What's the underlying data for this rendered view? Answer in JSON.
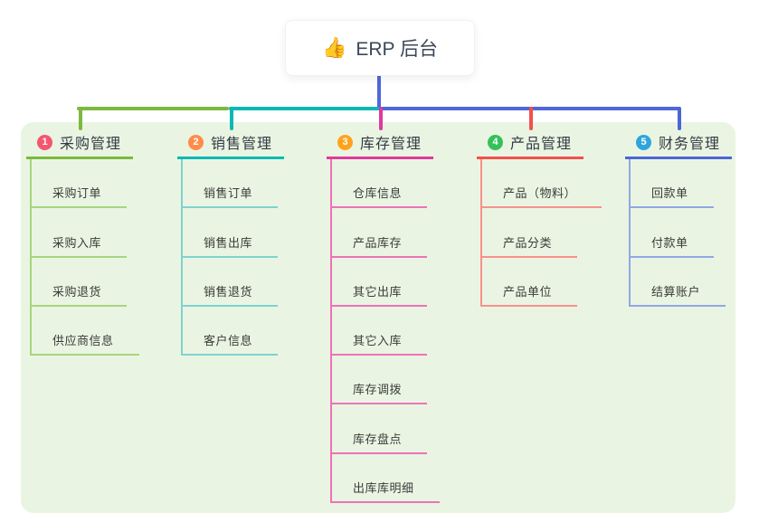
{
  "root": {
    "emoji": "👍",
    "title": "ERP 后台"
  },
  "branches": [
    {
      "badge": "1",
      "title": "采购管理",
      "line_color": "#7cb93e",
      "child_line_color": "#a9d47f",
      "badge_color": "#f4566e",
      "children": [
        "采购订单",
        "采购入库",
        "采购退货",
        "供应商信息"
      ]
    },
    {
      "badge": "2",
      "title": "销售管理",
      "line_color": "#0db8b3",
      "child_line_color": "#7fd3cd",
      "badge_color": "#ff8c4a",
      "children": [
        "销售订单",
        "销售出库",
        "销售退货",
        "客户信息"
      ]
    },
    {
      "badge": "3",
      "title": "库存管理",
      "line_color": "#e0399c",
      "child_line_color": "#ee72b8",
      "badge_color": "#ffa31f",
      "children": [
        "仓库信息",
        "产品库存",
        "其它出库",
        "其它入库",
        "库存调拨",
        "库存盘点",
        "出库库明细"
      ]
    },
    {
      "badge": "4",
      "title": "产品管理",
      "line_color": "#f4504b",
      "child_line_color": "#f7918d",
      "badge_color": "#35c159",
      "children": [
        "产品（物料）",
        "产品分类",
        "产品单位"
      ]
    },
    {
      "badge": "5",
      "title": "财务管理",
      "line_color": "#4a67d3",
      "child_line_color": "#92a6e6",
      "badge_color": "#2ea5dc",
      "children": [
        "回款单",
        "付款单",
        "结算账户"
      ]
    }
  ],
  "colors": {
    "panel_bg": "#e9f5e2",
    "stem": "#4f68d6",
    "root_text": "#3c4858",
    "emoji_color": "#f7c331"
  }
}
